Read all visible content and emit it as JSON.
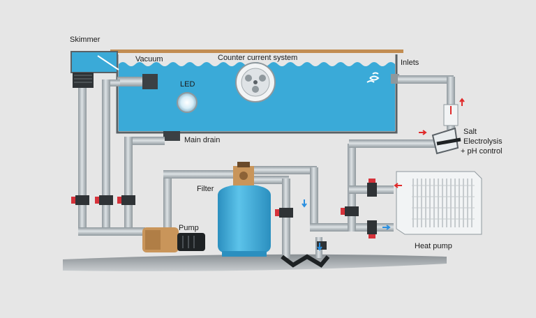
{
  "labels": {
    "skimmer": "Skimmer",
    "vacuum": "Vacuum",
    "counter_current": "Counter current system",
    "inlets": "Inlets",
    "led": "LED",
    "main_drain": "Main drain",
    "salt_line1": "Salt",
    "salt_line2": "Electrolysis",
    "salt_line3": "+ pH control",
    "filter": "Filter",
    "pump": "Pump",
    "heat_pump": "Heat pump"
  },
  "colors": {
    "background": "#e6e6e6",
    "water": "#3aaad8",
    "pipe": "#b9c0c4",
    "pipe_dark": "#808a90",
    "valve_red": "#d6323a",
    "flow_red": "#e02a2a",
    "flow_blue": "#2a8fe0",
    "filter_tank": "#3aaad8",
    "pump_body": "#c9955a",
    "deck": "#c28d52"
  }
}
